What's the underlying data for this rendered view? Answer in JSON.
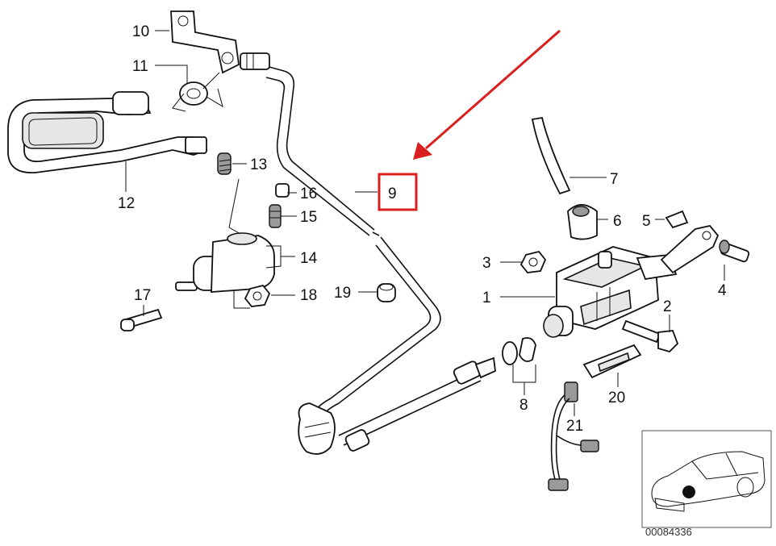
{
  "diagram": {
    "part_numbers": [
      "1",
      "2",
      "3",
      "4",
      "5",
      "6",
      "7",
      "8",
      "9",
      "10",
      "11",
      "12",
      "13",
      "14",
      "15",
      "16",
      "17",
      "18",
      "19",
      "20",
      "21"
    ],
    "highlighted_part": "9",
    "highlight_color": "#d9201f",
    "arrow_color": "#d9201f",
    "reference_code": "00084336"
  }
}
